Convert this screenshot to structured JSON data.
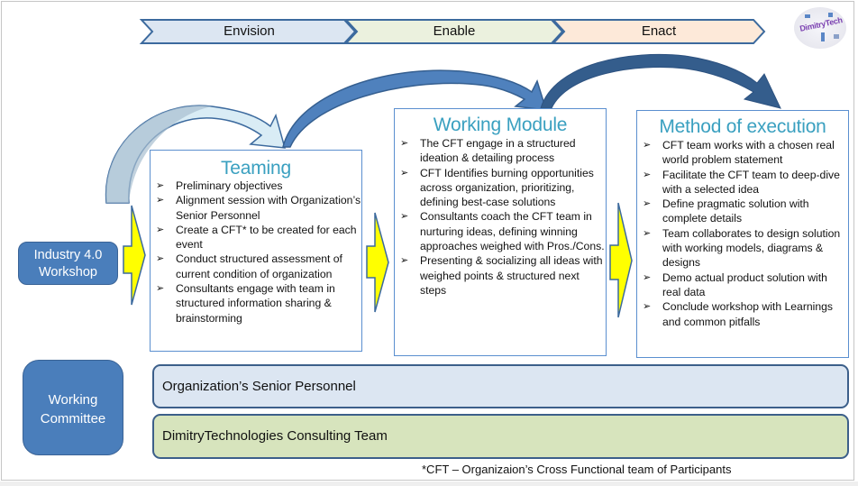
{
  "phases": [
    {
      "label": "Envision",
      "fill": "#dce6f2"
    },
    {
      "label": "Enable",
      "fill": "#ebf1de"
    },
    {
      "label": "Enact",
      "fill": "#fde9d9"
    }
  ],
  "logo": {
    "text": "DimitryTech"
  },
  "start": {
    "label_line1": "Industry 4.0",
    "label_line2": "Workshop"
  },
  "boxes": [
    {
      "title": "Teaming",
      "bullets": [
        "Preliminary objectives",
        "Alignment session with Organization’s Senior Personnel",
        "Create a CFT* to be created for each event",
        "Conduct structured assessment of current condition of organization",
        "Consultants engage with team in structured information sharing & brainstorming"
      ]
    },
    {
      "title": "Working Module",
      "bullets": [
        "The CFT engage in a structured ideation & detailing process",
        "CFT Identifies burning opportunities across organization, prioritizing, defining best-case solutions",
        "Consultants coach the CFT team in nurturing ideas, defining winning approaches weighed with Pros./Cons.",
        "Presenting & socializing all ideas with weighed points & structured next steps"
      ]
    },
    {
      "title": "Method of execution",
      "bullets": [
        "CFT team works with a chosen real world problem statement",
        "Facilitate the CFT team to deep-dive with a selected idea",
        "Define pragmatic solution with complete details",
        "Team collaborates to design solution with working models, diagrams & designs",
        "Demo actual product solution with real data",
        "Conclude workshop with Learnings and common pitfalls"
      ]
    }
  ],
  "committee": {
    "label_line1": "Working",
    "label_line2": "Committee",
    "bands": [
      {
        "label": "Organization’s Senior Personnel",
        "fill": "#dce6f2"
      },
      {
        "label": "DimitryTechnologies Consulting Team",
        "fill": "#d7e4bd"
      }
    ]
  },
  "footnote": "*CFT – Organizaion’s Cross Functional team of Participants",
  "colors": {
    "box_border": "#5b8fcf",
    "title": "#3aa0c0",
    "arrow_yellow": "#ffff00",
    "arrow_outline": "#3c6a9e",
    "curve_light": "#d9ecf5",
    "curve_mid": "#4f81bd",
    "curve_dark": "#345d8c",
    "pill": "#4a7ebb"
  }
}
